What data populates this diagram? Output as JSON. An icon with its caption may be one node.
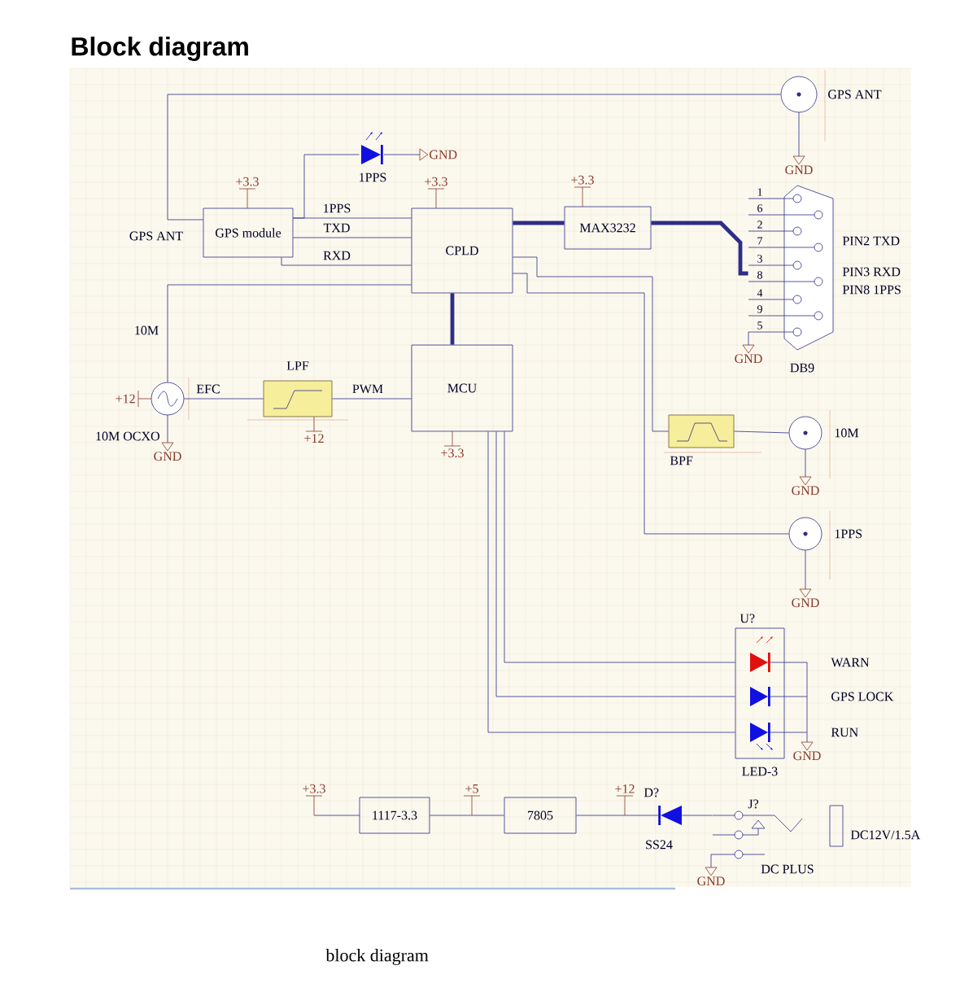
{
  "diagram": {
    "title": "Block diagram",
    "caption": "block diagram",
    "nodes": [
      {
        "text": [
          "GPS module"
        ]
      },
      {
        "text": [
          "CPLD"
        ]
      },
      {
        "text": [
          "MAX3232"
        ]
      },
      {
        "text": [
          "LPF"
        ]
      },
      {
        "text": [
          "MCU"
        ]
      },
      {
        "text": [
          "BPF"
        ]
      },
      {
        "text": [],
        "shape": "circle",
        "beside": [
          "10M OCXO"
        ]
      },
      {
        "text": [],
        "shape": "circle",
        "beside": [
          "GPS ANT"
        ]
      },
      {
        "text": [],
        "shape": "circle",
        "beside": [
          "10M"
        ]
      },
      {
        "text": [],
        "shape": "circle",
        "beside": [
          "1PPS"
        ]
      },
      {
        "text": [
          "DB9"
        ],
        "beside": [
          "PIN2 TXD",
          "PIN3 RXD",
          "PIN8 1PPS"
        ]
      },
      {
        "text": [
          "U?",
          "LED-3"
        ]
      },
      {
        "text": [
          "1117-3.3"
        ]
      },
      {
        "text": [
          "7805"
        ]
      },
      {
        "text": [
          "D?",
          "SS24"
        ]
      },
      {
        "text": [
          "J?",
          "DC PLUS",
          "DC12V/1.5A"
        ]
      },
      {
        "text": [
          "1PPS"
        ]
      }
    ],
    "edges": [
      {
        "from": 0,
        "to": 7,
        "arrow": "none"
      },
      {
        "from": 0,
        "to": 16,
        "arrow": "none"
      },
      {
        "from": 0,
        "to": 1,
        "arrow": "none",
        "label": "1PPS"
      },
      {
        "from": 0,
        "to": 1,
        "arrow": "none",
        "label": "TXD"
      },
      {
        "from": 0,
        "to": 1,
        "arrow": "none",
        "label": "RXD"
      },
      {
        "from": 1,
        "to": 6,
        "arrow": "none",
        "label": "10M"
      },
      {
        "from": 3,
        "to": 6,
        "arrow": "none",
        "label": "EFC"
      },
      {
        "from": 4,
        "to": 3,
        "arrow": "none",
        "label": "PWM"
      },
      {
        "from": 1,
        "to": 4,
        "arrow": "none",
        "style": "thick"
      },
      {
        "from": 1,
        "to": 2,
        "arrow": "none",
        "style": "thick"
      },
      {
        "from": 2,
        "to": 10,
        "arrow": "none",
        "style": "thick"
      },
      {
        "from": 1,
        "to": 5,
        "arrow": "none"
      },
      {
        "from": 1,
        "to": 9,
        "arrow": "none"
      },
      {
        "from": 5,
        "to": 8,
        "arrow": "none"
      },
      {
        "from": 4,
        "to": 11,
        "arrow": "none"
      },
      {
        "from": 4,
        "to": 11,
        "arrow": "none"
      },
      {
        "from": 4,
        "to": 11,
        "arrow": "none"
      },
      {
        "from": 13,
        "to": 12,
        "arrow": "none"
      },
      {
        "from": 14,
        "to": 13,
        "arrow": "none"
      },
      {
        "from": 15,
        "to": 14,
        "arrow": "none"
      }
    ],
    "labels": [
      "GPS ANT",
      "+3.3",
      "GND",
      "+3.3",
      "+3.3",
      "GND",
      "1",
      "6",
      "2",
      "7",
      "3",
      "8",
      "4",
      "9",
      "5",
      "GND",
      "+12",
      "GND",
      "+12",
      "+3.3",
      "GND",
      "GND",
      "WARN",
      "GPS LOCK",
      "RUN",
      "GND",
      "+3.3",
      "+5",
      "+12",
      "GND"
    ]
  }
}
